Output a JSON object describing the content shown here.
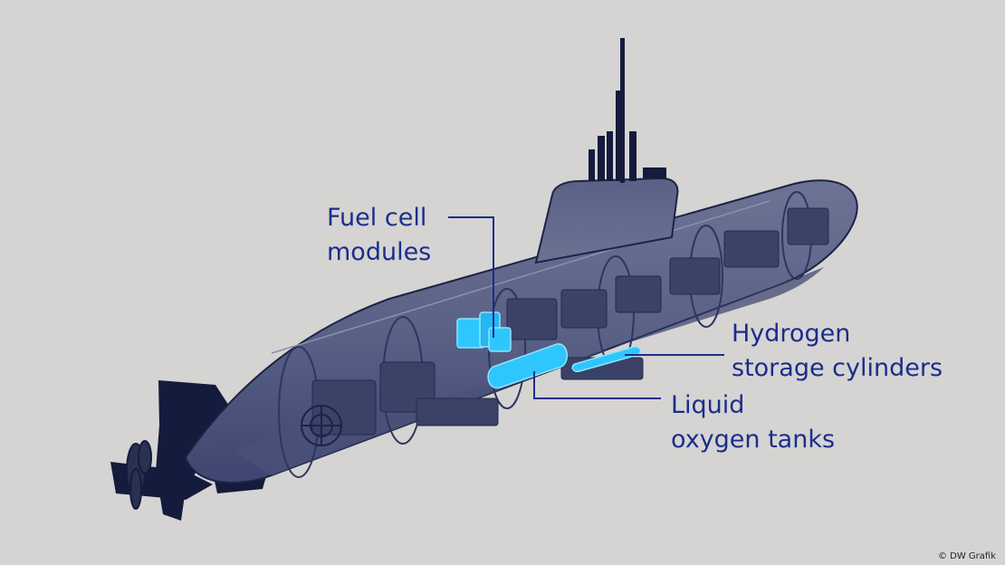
{
  "labels": {
    "fuel_cell": [
      "Fuel cell",
      "modules"
    ],
    "hydrogen": [
      "Hydrogen",
      "storage cylinders"
    ],
    "oxygen": [
      "Liquid",
      "oxygen tanks"
    ]
  },
  "credit": "© DW Grafik",
  "colors": {
    "background": "#d5d4d2",
    "hull": "#1c2347",
    "label_text": "#1a2d8c",
    "highlight": "#2fc6ff"
  }
}
